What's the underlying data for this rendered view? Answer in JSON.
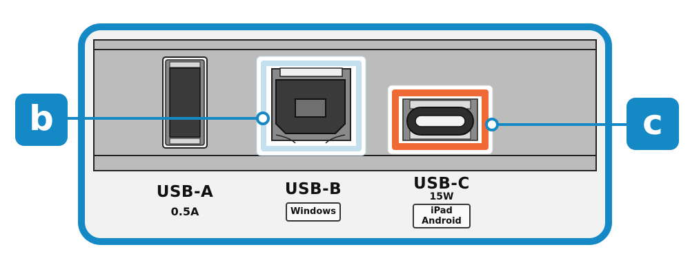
{
  "colors": {
    "frame": "#1588c6",
    "panel": "#bcbcbc",
    "usb_b_highlight": "#c4e0ee",
    "usb_c_highlight": "#ef6a35",
    "callout": "#1588c6"
  },
  "ports": [
    {
      "id": "usb-a",
      "label": "USB-A",
      "rating": "0.5A"
    },
    {
      "id": "usb-b",
      "label": "USB-B",
      "badge": "Windows"
    },
    {
      "id": "usb-c",
      "label": "USB-C",
      "rating": "15W",
      "badge_line1": "iPad",
      "badge_line2": "Android"
    }
  ],
  "callouts": {
    "b": "b",
    "c": "c"
  }
}
